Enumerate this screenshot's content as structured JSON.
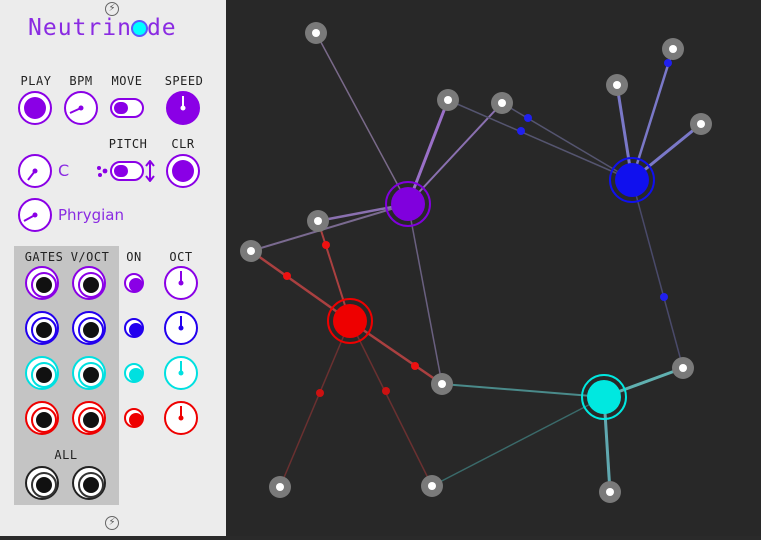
{
  "module": {
    "title_prefix": "Neutrin",
    "title_suffix": "de",
    "screw_icon": "lightning-screw-icon"
  },
  "controls": {
    "play_label": "PLAY",
    "bpm_label": "BPM",
    "move_label": "MOVE",
    "speed_label": "SPEED",
    "pitch_label": "PITCH",
    "clr_label": "CLR",
    "root_key": "C",
    "scale": "Phrygian"
  },
  "io": {
    "gates_label": "GATES",
    "voct_label": "V/OCT",
    "on_label": "ON",
    "oct_label": "OCT",
    "all_label": "ALL",
    "channels": [
      {
        "color": "#8a00e6"
      },
      {
        "color": "#2200ee"
      },
      {
        "color": "#00e0e0"
      },
      {
        "color": "#ee0000"
      }
    ]
  },
  "colors": {
    "accent": "#8a00e6",
    "panel": "#ececec",
    "canvas": "#282828"
  }
}
